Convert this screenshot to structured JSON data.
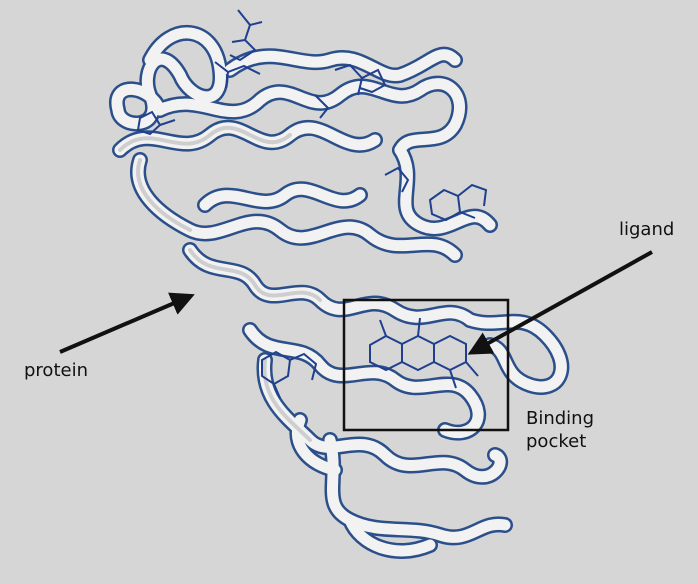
{
  "figure": {
    "labels": {
      "protein": "protein",
      "ligand": "ligand",
      "binding_line1": "Binding",
      "binding_line2": "pocket"
    },
    "colors": {
      "background": "#d6d6d6",
      "ribbon_fill": "#f2f2f2",
      "ribbon_outline": "#2b4f8a",
      "ligand_sticks": "#1f3f8f",
      "annotation": "#111111"
    }
  }
}
